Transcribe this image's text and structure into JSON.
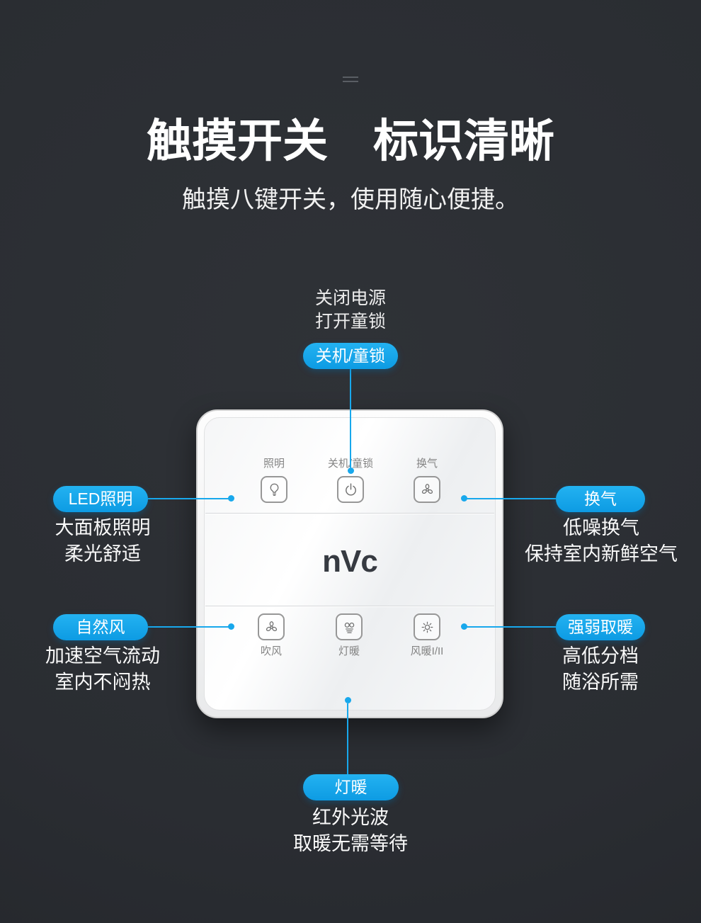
{
  "header": {
    "title": "触摸开关　标识清晰",
    "subtitle": "触摸八键开关，使用随心便捷。"
  },
  "top_callout": {
    "desc_line1": "关闭电源",
    "desc_line2": "打开童锁",
    "badge": "关机/童锁"
  },
  "panel": {
    "brand_logo": "nVc",
    "top_row": [
      {
        "label": "照明",
        "icon": "bulb-icon"
      },
      {
        "label": "关机/童锁",
        "icon": "power-child-lock-icon"
      },
      {
        "label": "换气",
        "icon": "ventilation-fan-icon"
      }
    ],
    "bottom_row": [
      {
        "label": "吹风",
        "icon": "fan-blades-icon"
      },
      {
        "label": "灯暖",
        "icon": "lamp-heat-icon"
      },
      {
        "label": "风暖I/II",
        "icon": "fan-heat-icon"
      }
    ]
  },
  "callouts": {
    "led": {
      "badge": "LED照明",
      "line1": "大面板照明",
      "line2": "柔光舒适"
    },
    "vent": {
      "badge": "换气",
      "line1": "低噪换气",
      "line2": "保持室内新鲜空气"
    },
    "natural_wind": {
      "badge": "自然风",
      "line1": "加速空气流动",
      "line2": "室内不闷热"
    },
    "heat_level": {
      "badge": "强弱取暖",
      "line1": "高低分档",
      "line2": "随浴所需"
    },
    "lamp_heat": {
      "badge": "灯暖",
      "line1": "红外光波",
      "line2": "取暖无需等待"
    }
  },
  "colors": {
    "background": "#2a2d32",
    "accent_blue": "#18a8ec",
    "panel_white": "#ffffff",
    "label_gray": "#848484"
  }
}
